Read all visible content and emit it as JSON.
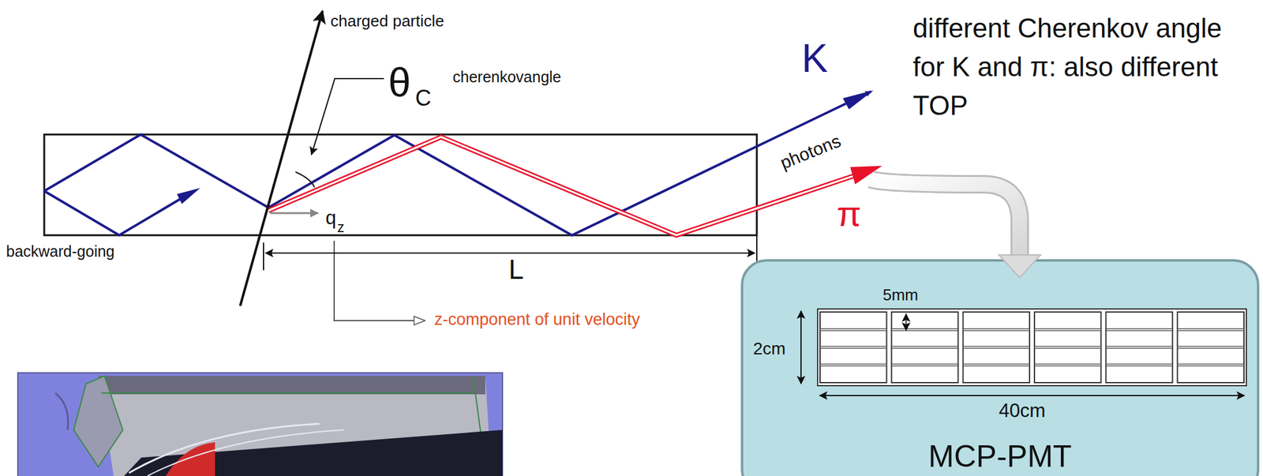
{
  "diagram": {
    "nodes": [
      {
        "text": [
          "MCP-PMT"
        ]
      }
    ],
    "labels": [
      "charged particle",
      "θ",
      "C",
      "cherenkovangle",
      "q",
      "z",
      "backward-going",
      "L",
      "z-component of unit velocity",
      "K",
      "photons",
      "π",
      "different Cherenkov angle for K and π: also different TOP",
      "5mm",
      "2cm",
      "40cm"
    ]
  }
}
